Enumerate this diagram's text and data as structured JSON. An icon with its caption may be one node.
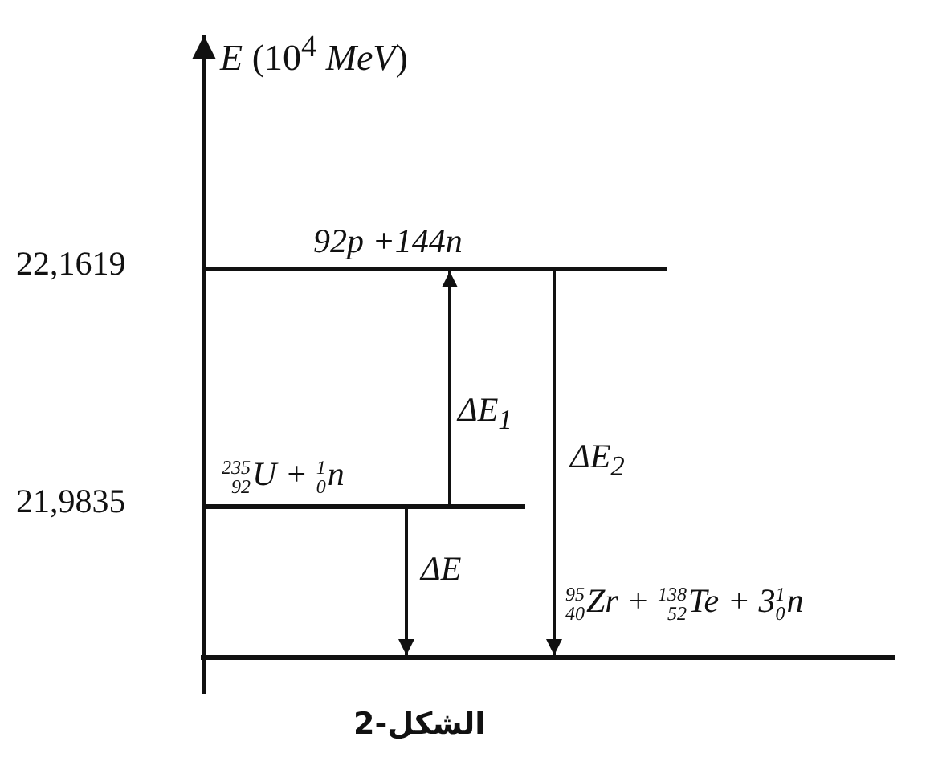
{
  "diagram": {
    "caption": "الشكل-2",
    "nodes": [
      {
        "text": [],
        "shape": "bar",
        "beside": [
          "92p +144n"
        ]
      },
      {
        "text": [],
        "shape": "bar",
        "beside": [
          "$^{235}$$_{92}$U + $^{1}$$_{0}$n"
        ]
      },
      {
        "text": [],
        "shape": "bar",
        "beside": [
          "$^{95}$$_{40}$Zr + $^{138}$$_{52}$Te + 3$^{1}$$_{0}$n"
        ]
      }
    ],
    "edges": [
      {
        "from": 1,
        "to": 0,
        "arrow": "to",
        "label": "ΔE$_{1}$"
      },
      {
        "from": 0,
        "to": 2,
        "arrow": "to",
        "label": "ΔE$_{2}$"
      },
      {
        "from": 1,
        "to": 2,
        "arrow": "to",
        "label": "ΔE"
      }
    ],
    "labels": [
      "*E* (10$^{4}$ *MeV*)",
      "22,1619",
      "21,9835"
    ]
  }
}
